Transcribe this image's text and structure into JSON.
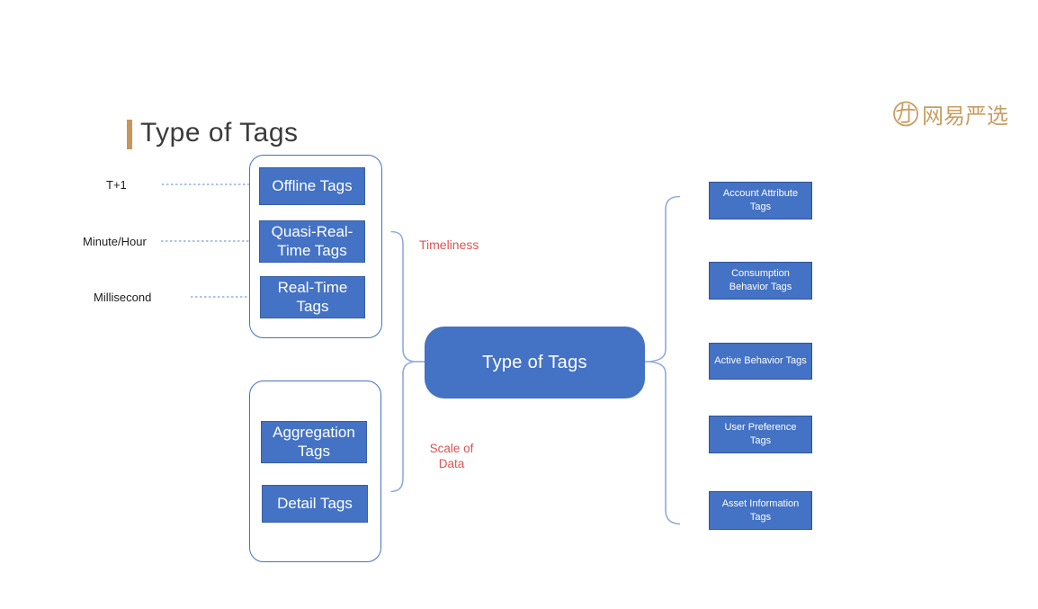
{
  "header": {
    "title": "Type of Tags",
    "accent_bar_color": "#C9955B"
  },
  "logo": {
    "text": "网易严选",
    "color": "#C99E63",
    "icon": "yanxuan-circle-logo"
  },
  "colors": {
    "node_fill": "#4472C4",
    "node_border": "#2F5597",
    "container_border": "#4472C4",
    "brace": "#8FAADC",
    "dashed_line": "#4472C4",
    "red_label": "#E05252",
    "title_text": "#3B3B3B"
  },
  "center_node": {
    "label": "Type of Tags"
  },
  "left_panel": {
    "timeline_labels": [
      "T+1",
      "Minute/Hour",
      "Millisecond"
    ],
    "timeliness_group": {
      "items": [
        "Offline Tags",
        "Quasi-Real-Time Tags",
        "Real-Time Tags"
      ]
    },
    "scale_group": {
      "items": [
        "Aggregation Tags",
        "Detail Tags"
      ]
    }
  },
  "category_labels": {
    "timeliness": "Timeliness",
    "scale_of_data": "Scale of Data"
  },
  "right_panel": {
    "items": [
      "Account Attribute Tags",
      "Consumption Behavior Tags",
      "Active Behavior Tags",
      "User Preference Tags",
      "Asset Information Tags"
    ]
  }
}
